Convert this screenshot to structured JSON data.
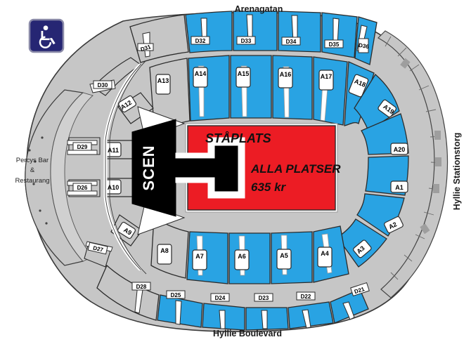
{
  "map": {
    "title": "Malmo Arena seating map",
    "colors": {
      "available_blue": "#29a3e3",
      "standing_red": "#ec1c24",
      "unavailable_gray": "#c6c6c6",
      "stage_black": "#000000",
      "outline": "#333333",
      "accessibility_badge": "#262673",
      "white": "#ffffff"
    },
    "streets": [
      {
        "name": "street-arenagatan",
        "label": "Arenagatan",
        "position": "top"
      },
      {
        "name": "street-hyllie-boulevard",
        "label": "Hyllie Boulevard",
        "position": "bottom"
      },
      {
        "name": "street-hyllie-stationstorg",
        "label": "Hyllie Stationstorg",
        "position": "right"
      }
    ],
    "stage": {
      "label": "SCEN"
    },
    "standing_area": {
      "label": "STÅPLATS"
    },
    "price_block": {
      "line1": "ALLA PLATSER",
      "line2": "635 kr"
    },
    "venue_bar": {
      "line1": "Percys Bar",
      "line2": "&",
      "line3": "Restaurang"
    },
    "accessibility_icon": {
      "name": "wheelchair-icon",
      "glyph": "♿"
    },
    "sections": {
      "top_d_row": [
        {
          "label": "D31",
          "status": "unavailable"
        },
        {
          "label": "D32",
          "status": "available"
        },
        {
          "label": "D33",
          "status": "available"
        },
        {
          "label": "D34",
          "status": "available"
        },
        {
          "label": "D35",
          "status": "available"
        },
        {
          "label": "D36",
          "status": "available"
        }
      ],
      "top_a_row": [
        {
          "label": "A13",
          "status": "unavailable"
        },
        {
          "label": "A14",
          "status": "available"
        },
        {
          "label": "A15",
          "status": "available"
        },
        {
          "label": "A16",
          "status": "available"
        },
        {
          "label": "A17",
          "status": "available"
        },
        {
          "label": "A18",
          "status": "available"
        },
        {
          "label": "A19",
          "status": "available"
        }
      ],
      "right_a_row": [
        {
          "label": "A20",
          "status": "available"
        },
        {
          "label": "A1",
          "status": "available"
        },
        {
          "label": "A2",
          "status": "available"
        },
        {
          "label": "A3",
          "status": "available"
        }
      ],
      "bottom_a_row": [
        {
          "label": "A8",
          "status": "unavailable"
        },
        {
          "label": "A7",
          "status": "available"
        },
        {
          "label": "A6",
          "status": "available"
        },
        {
          "label": "A5",
          "status": "available"
        },
        {
          "label": "A4",
          "status": "available"
        }
      ],
      "bottom_d_row": [
        {
          "label": "D28",
          "status": "unavailable"
        },
        {
          "label": "D25",
          "status": "available"
        },
        {
          "label": "D24",
          "status": "available"
        },
        {
          "label": "D23",
          "status": "available"
        },
        {
          "label": "D22",
          "status": "available"
        },
        {
          "label": "D21",
          "status": "available"
        }
      ],
      "left_a_row": [
        {
          "label": "A12",
          "status": "unavailable"
        },
        {
          "label": "A11",
          "status": "unavailable"
        },
        {
          "label": "A10",
          "status": "unavailable"
        },
        {
          "label": "A9",
          "status": "unavailable"
        }
      ],
      "left_d_row": [
        {
          "label": "D30",
          "status": "unavailable"
        },
        {
          "label": "D29",
          "status": "unavailable"
        },
        {
          "label": "D26",
          "status": "unavailable"
        },
        {
          "label": "D27",
          "status": "unavailable"
        }
      ]
    }
  }
}
